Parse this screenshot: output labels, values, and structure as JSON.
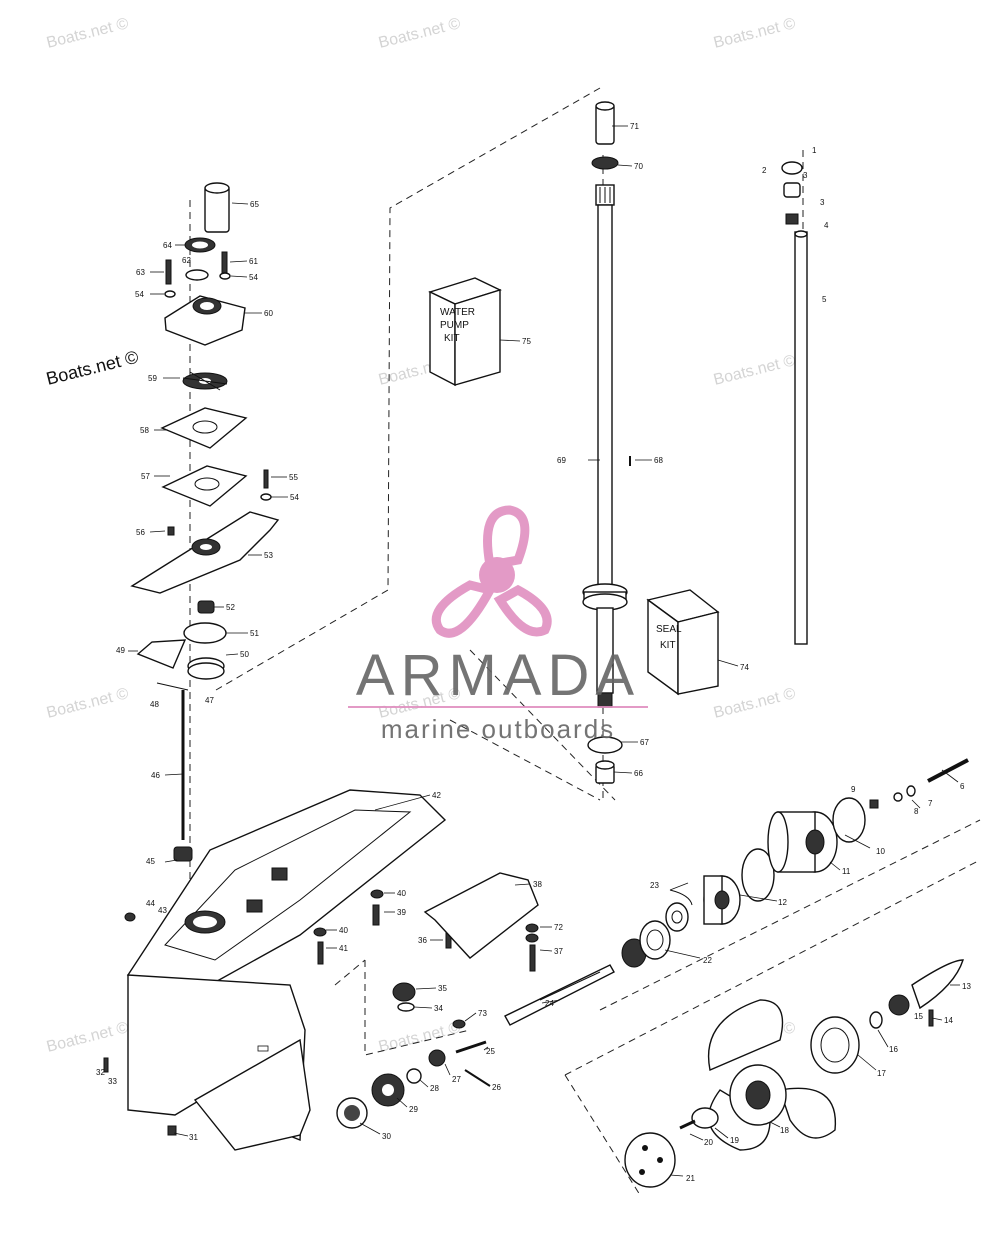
{
  "watermarks": {
    "w1": "Boats.net ©",
    "w2": "Boats.net ©",
    "w3": "Boats.net ©",
    "w4": "Boats.net ©",
    "w5": "Boats.net ©",
    "w6": "Boats.net ©",
    "w7": "Boats.net ©",
    "w8": "Boats.net ©",
    "w9": "Boats.net ©",
    "w10": "Boats.net ©",
    "w11": "Boats.net ©",
    "w12": "Boats.net ©"
  },
  "logo": {
    "name": "ARMADA",
    "tagline": "marine outboards",
    "color_primary": "#e090c0",
    "color_text": "#666666"
  },
  "kits": {
    "water_pump": [
      "WATER",
      "PUMP",
      "KIT"
    ],
    "seal": [
      "SEAL",
      "KIT"
    ]
  },
  "callouts": {
    "c1": "1",
    "c2": "2",
    "c3a": "3",
    "c3b": "3",
    "c4": "4",
    "c5": "5",
    "c6": "6",
    "c7": "7",
    "c8": "8",
    "c9": "9",
    "c10": "10",
    "c11": "11",
    "c12": "12",
    "c13": "13",
    "c14": "14",
    "c15": "15",
    "c16": "16",
    "c17": "17",
    "c18": "18",
    "c19": "19",
    "c20": "20",
    "c21": "21",
    "c22": "22",
    "c23": "23",
    "c24": "24",
    "c25": "25",
    "c26": "26",
    "c27": "27",
    "c28": "28",
    "c29": "29",
    "c30": "30",
    "c31": "31",
    "c32": "32",
    "c33": "33",
    "c34": "34",
    "c35": "35",
    "c36": "36",
    "c37": "37",
    "c38": "38",
    "c39": "39",
    "c40a": "40",
    "c40b": "40",
    "c41": "41",
    "c42": "42",
    "c43": "43",
    "c44": "44",
    "c45": "45",
    "c46": "46",
    "c47": "47",
    "c48": "48",
    "c49": "49",
    "c50": "50",
    "c51": "51",
    "c52": "52",
    "c53": "53",
    "c54a": "54",
    "c54b": "54",
    "c54c": "54",
    "c55": "55",
    "c56": "56",
    "c57": "57",
    "c58": "58",
    "c59": "59",
    "c60": "60",
    "c61": "61",
    "c62": "62",
    "c63": "63",
    "c64": "64",
    "c65": "65",
    "c66": "66",
    "c67": "67",
    "c68": "68",
    "c69": "69",
    "c70": "70",
    "c71": "71",
    "c72": "72",
    "c73": "73",
    "c74": "74",
    "c75": "75"
  }
}
